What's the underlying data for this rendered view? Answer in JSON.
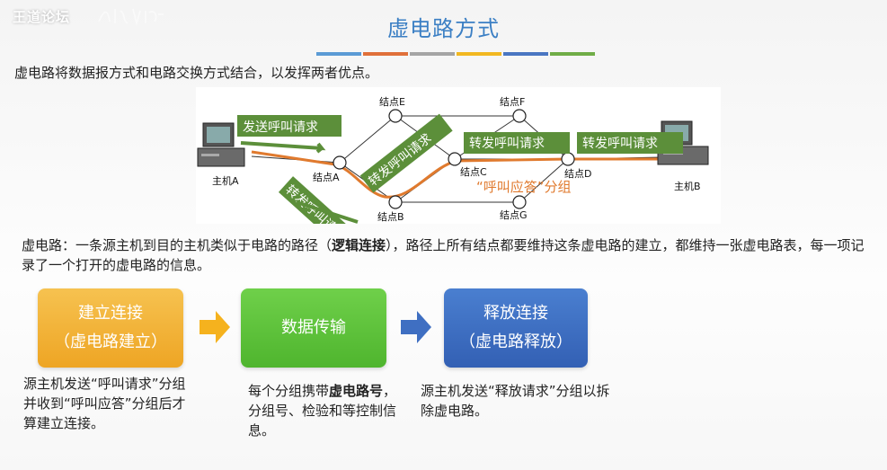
{
  "watermark": {
    "brand": "王道论坛"
  },
  "title": "虚电路方式",
  "colors": {
    "title": "#3b7fc4",
    "bar1": "#5b9bd5",
    "bar2": "#e0703a",
    "bar3": "#a5a5a5",
    "bar4": "#f2b820",
    "bar5": "#4a76c2",
    "bar6": "#70ad47",
    "green": "#5c8f3a",
    "orange": "#e07a2e",
    "box1": "#f2b23a",
    "box2": "#5fc43a",
    "box3": "#3f6fc2",
    "arrow1": "#f5b21e",
    "arrow2": "#3f6fc2"
  },
  "intro": "虚电路将数据报方式和电路交换方式结合，以发挥两者优点。",
  "diagram": {
    "host_a": "主机A",
    "host_b": "主机B",
    "nodes": {
      "A": "结点A",
      "B": "结点B",
      "C": "结点C",
      "D": "结点D",
      "E": "结点E",
      "F": "结点F",
      "G": "结点G"
    },
    "tags": {
      "send_call": "发送呼叫请求",
      "forward_1": "转发呼叫请求",
      "forward_2": "转发呼叫请求",
      "forward_3": "转发呼叫请求",
      "forward_4": "转发呼叫请求"
    },
    "answer": "“呼叫应答”分组"
  },
  "para": {
    "p1": "虚电路：一条源主机到目的主机类似于电路的路径（",
    "bold": "逻辑连接",
    "p2": "），路径上所有结点都要维持这条虚电路的建立，都维持一张虚电路表，每一项记录了一个打开的虚电路的信息。"
  },
  "steps": [
    {
      "line1": "建立连接",
      "line2": "（虚电路建立）"
    },
    {
      "line1": "数据传输"
    },
    {
      "line1": "释放连接",
      "line2": "（虚电路释放）"
    }
  ],
  "descriptions": {
    "d1": "源主机发送“呼叫请求”分组并收到“呼叫应答”分组后才算建立连接。",
    "d2_a": "每个分组携带",
    "d2_bold": "虚电路号",
    "d2_b": "，分组号、检验和等控制信息。",
    "d3": "源主机发送“释放请求”分组以拆除虚电路。"
  }
}
